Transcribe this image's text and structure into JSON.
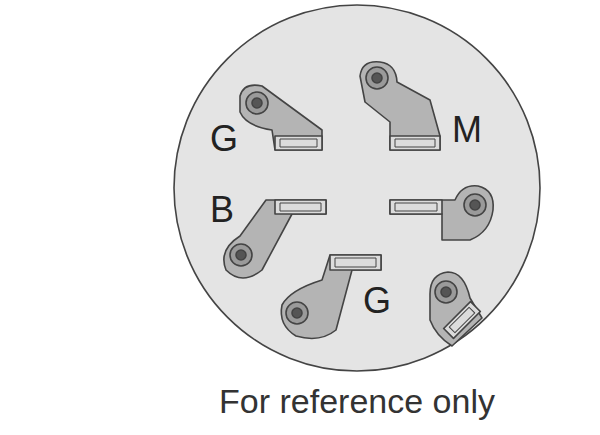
{
  "diagram": {
    "caption": "For reference only",
    "labels": [
      "G",
      "M",
      "B",
      "G"
    ]
  }
}
